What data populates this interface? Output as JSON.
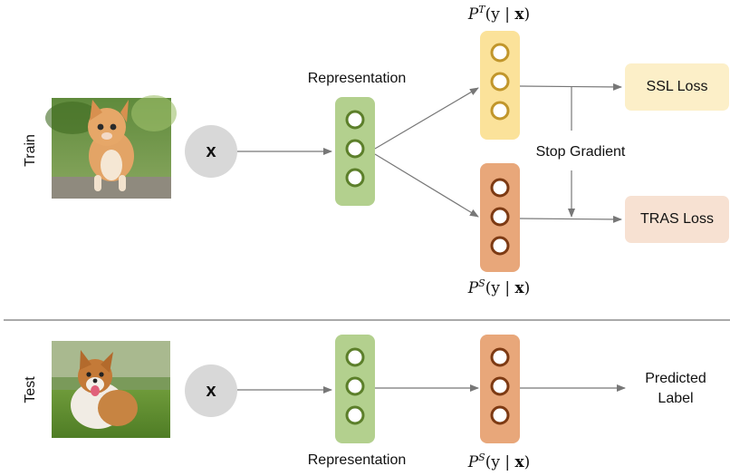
{
  "rows": {
    "train_label": "Train",
    "test_label": "Test"
  },
  "nodes": {
    "input_train": "x",
    "input_test": "x"
  },
  "labels": {
    "representation_train": "Representation",
    "representation_test": "Representation",
    "teacher_prob": {
      "P": "P",
      "sup": "T",
      "args": "(y | ",
      "xvar": "x",
      "close": ")"
    },
    "student_prob_train": {
      "P": "P",
      "sup": "S",
      "args": "(y | ",
      "xvar": "x",
      "close": ")"
    },
    "student_prob_test": {
      "P": "P",
      "sup": "S",
      "args": "(y | ",
      "xvar": "x",
      "close": ")"
    },
    "stop_gradient": "Stop Gradient",
    "predicted_label_line1": "Predicted",
    "predicted_label_line2": "Label"
  },
  "losses": {
    "ssl": "SSL Loss",
    "tras": "TRAS Loss"
  },
  "images": {
    "train": "kitten-photo",
    "test": "corgi-photo"
  },
  "colors": {
    "representation_fill": "#b3d08e",
    "representation_ring": "#5c7f2a",
    "teacher_fill": "#fbe29a",
    "teacher_ring": "#c1962b",
    "student_fill": "#e8a77a",
    "student_ring": "#7d3a13",
    "ssl_box": "#fcefc8",
    "tras_box": "#f7e1d2",
    "input_node": "#d8d8d8",
    "arrow": "#777777",
    "divider": "#555555"
  }
}
